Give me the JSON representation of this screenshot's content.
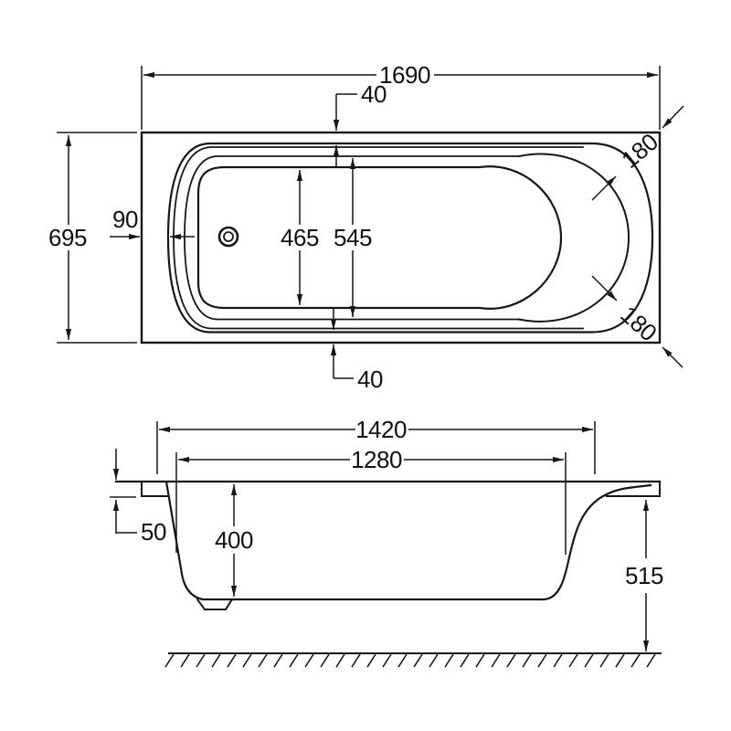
{
  "top_view": {
    "overall_length": "1690",
    "overall_width": "695",
    "rim_offset_top": "40",
    "rim_offset_bottom": "40",
    "rim_offset_left": "90",
    "inner_width": "545",
    "floor_width": "465",
    "radius_upper": "180",
    "radius_lower": "180"
  },
  "side_view": {
    "upper_length": "1420",
    "inner_length": "1280",
    "rim_drop": "50",
    "inner_depth": "400",
    "overall_height": "515"
  }
}
